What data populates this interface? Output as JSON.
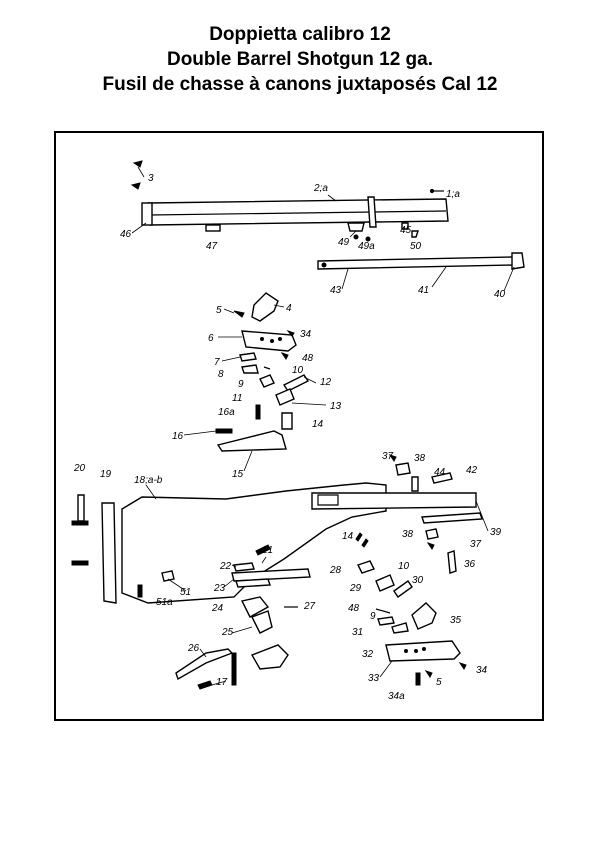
{
  "title": {
    "line1": "Doppietta calibro 12",
    "line2": "Double Barrel Shotgun 12 ga.",
    "line3": "Fusil de chasse à canons juxtaposés Cal 12"
  },
  "labels": {
    "p3": "3",
    "p2a": "2;a",
    "p1a": "1;a",
    "p46": "46",
    "p47": "47",
    "p49": "49",
    "p49a": "49a",
    "p45": "45",
    "p50": "50",
    "p43": "43",
    "p41": "41",
    "p40": "40",
    "p5_top": "5",
    "p4": "4",
    "p6": "6",
    "p34_top": "34",
    "p7": "7",
    "p48_top": "48",
    "p8": "8",
    "p10_top": "10",
    "p9_top": "9",
    "p12": "12",
    "p11": "11",
    "p13": "13",
    "p16a": "16a",
    "p14_top": "14",
    "p16": "16",
    "p15": "15",
    "p20": "20",
    "p19": "19",
    "p18ab": "18;a-b",
    "p37_top": "37",
    "p38_top": "38",
    "p44": "44",
    "p42": "42",
    "p39": "39",
    "p38_mid": "38",
    "p37_mid": "37",
    "p14_mid": "14",
    "p36": "36",
    "p21": "21",
    "p22": "22",
    "p28": "28",
    "p10_mid": "10",
    "p23": "23",
    "p29": "29",
    "p30": "30",
    "p51": "51",
    "p51a": "51a",
    "p24": "24",
    "p27": "27",
    "p48_low": "48",
    "p9_low": "9",
    "p35": "35",
    "p25": "25",
    "p31": "31",
    "p26": "26",
    "p32": "32",
    "p34_low": "34",
    "p17": "17",
    "p33": "33",
    "p5_low": "5",
    "p34a": "34a"
  },
  "colors": {
    "ink": "#000000",
    "paper": "#ffffff"
  }
}
